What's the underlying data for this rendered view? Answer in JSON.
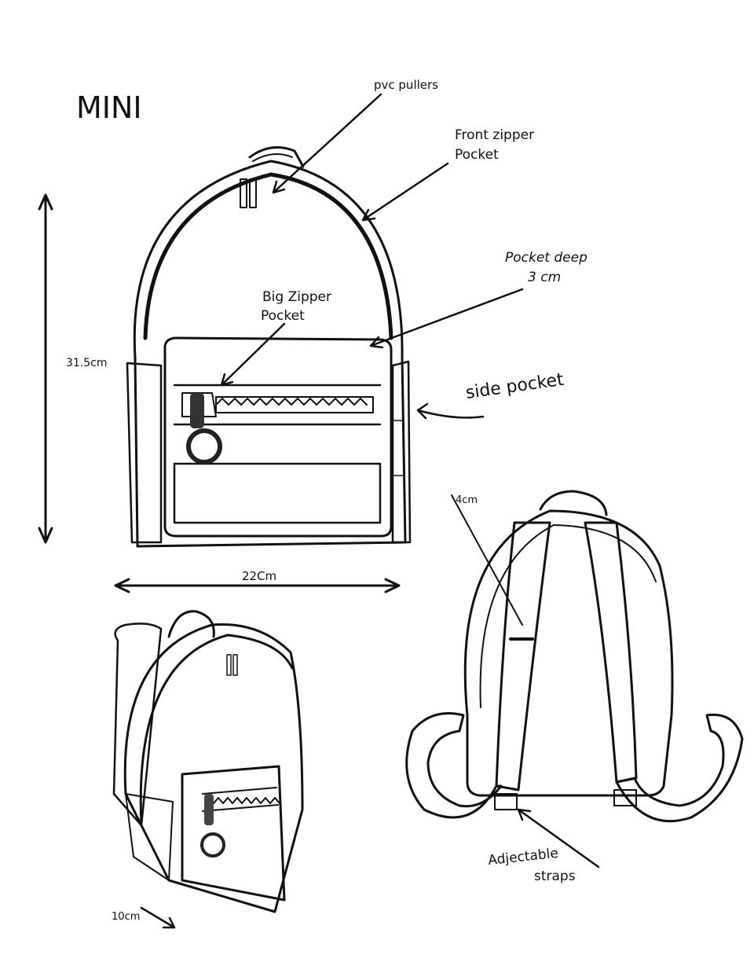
{
  "title": "MINI",
  "annotations": {
    "pvc_pullers": "pvc pullers",
    "front_zipper_pocket_1": "Front zipper",
    "front_zipper_pocket_2": "Pocket",
    "pocket_deep_1": "Pocket deep",
    "pocket_deep_2": "3 cm",
    "big_zipper_pocket_1": "Big Zipper",
    "big_zipper_pocket_2": "Pocket",
    "side_pocket": "side pocket",
    "height": "31.5cm",
    "width": "22Cm",
    "strap_width": "4cm",
    "adjustable_straps_1": "Adjectable",
    "adjustable_straps_2": "straps",
    "depth": "10cm"
  },
  "colors": {
    "ink": "#111111",
    "body": "#d9d9d9",
    "shade": "#a8a8a8",
    "dark": "#555555"
  }
}
